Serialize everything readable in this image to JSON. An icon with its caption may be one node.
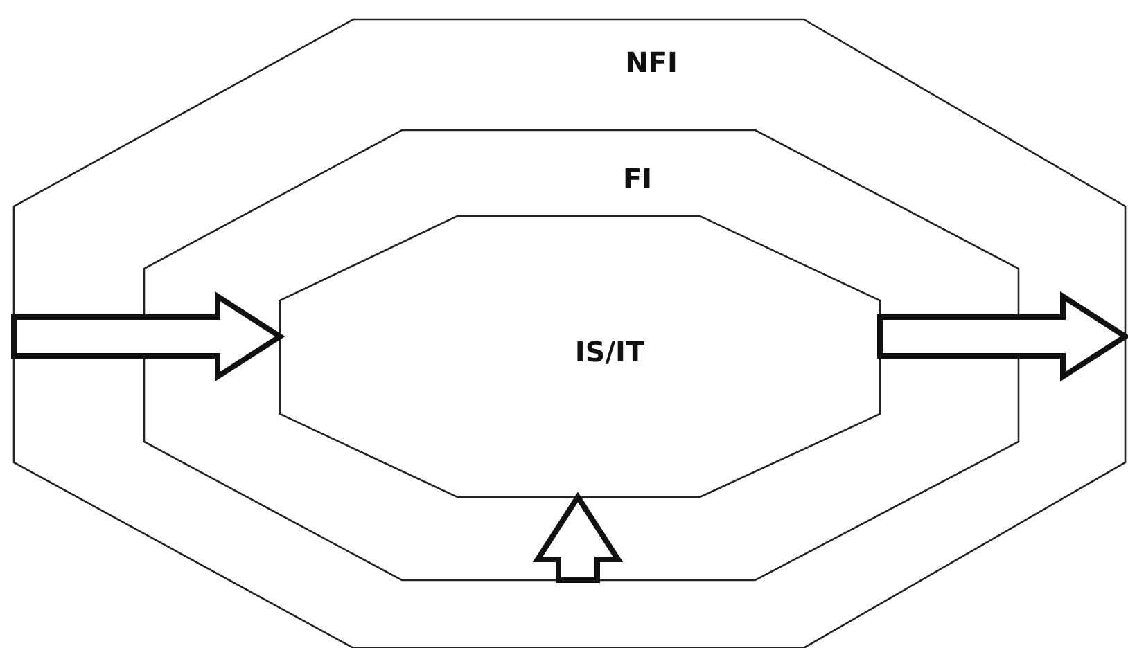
{
  "diagram": {
    "nodes": [
      {
        "text": [
          "NFI"
        ]
      },
      {
        "text": [
          "FI"
        ],
        "in": 0
      },
      {
        "text": [
          "IS/IT"
        ],
        "in": 1
      }
    ],
    "edges": [
      {
        "from": null,
        "to": 2,
        "arrow": "to"
      },
      {
        "from": 2,
        "to": null,
        "arrow": "to"
      },
      {
        "from": 1,
        "to": 2,
        "arrow": "to"
      }
    ]
  }
}
